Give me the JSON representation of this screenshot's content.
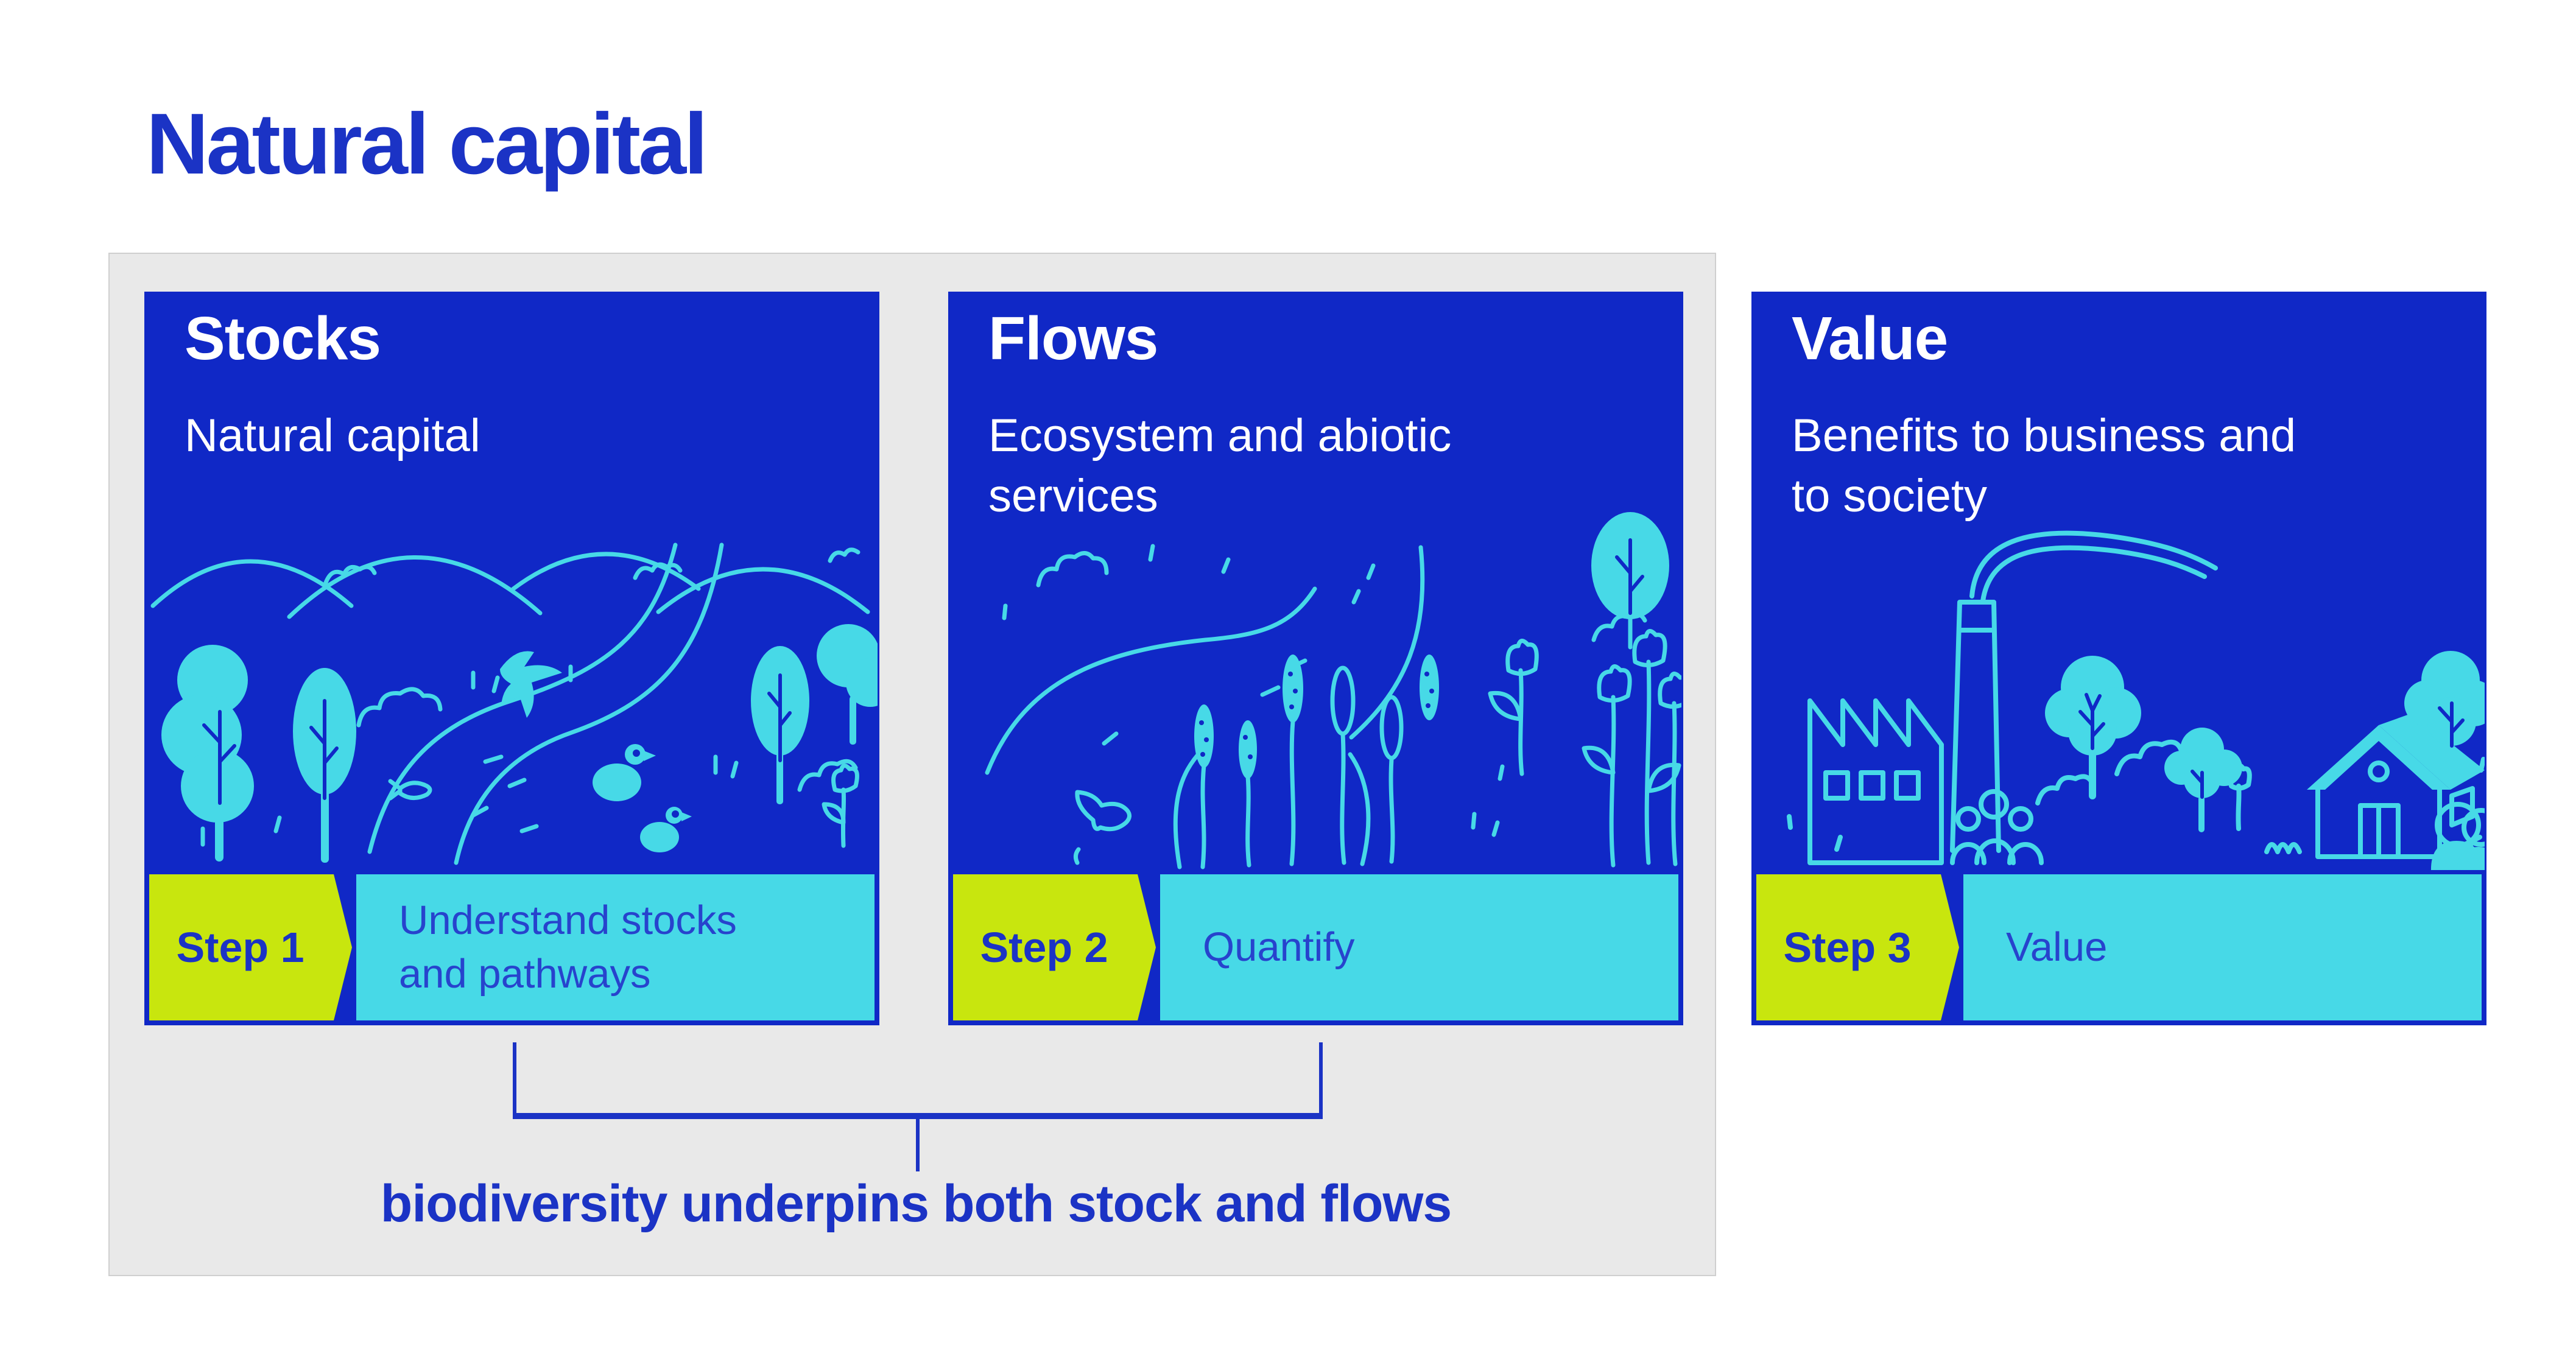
{
  "page": {
    "title": "Natural capital",
    "caption": "biodiversity underpins both stock and flows"
  },
  "cards": [
    {
      "title": "Stocks",
      "subtitle": "Natural capital",
      "step_label": "Step 1",
      "step_text": "Understand stocks and pathways",
      "illustration": "landscape-hills-river-trees-bird-ducks-fish"
    },
    {
      "title": "Flows",
      "subtitle": "Ecosystem and abiotic services",
      "step_label": "Step 2",
      "step_text": "Quantify",
      "illustration": "stream-jumping-fish-reeds-flowers-tree"
    },
    {
      "title": "Value",
      "subtitle": "Benefits to business and to society",
      "step_label": "Step 3",
      "step_text": "Value",
      "illustration": "factory-smoke-people-trees-house"
    }
  ],
  "colors": {
    "card_blue": "#1028c6",
    "cyan": "#47d9e7",
    "lime": "#c8e60e",
    "accent_blue": "#1b33c5",
    "label_blue": "#2743cd",
    "panel_gray": "#e9e9e9",
    "background": "#ffffff"
  }
}
